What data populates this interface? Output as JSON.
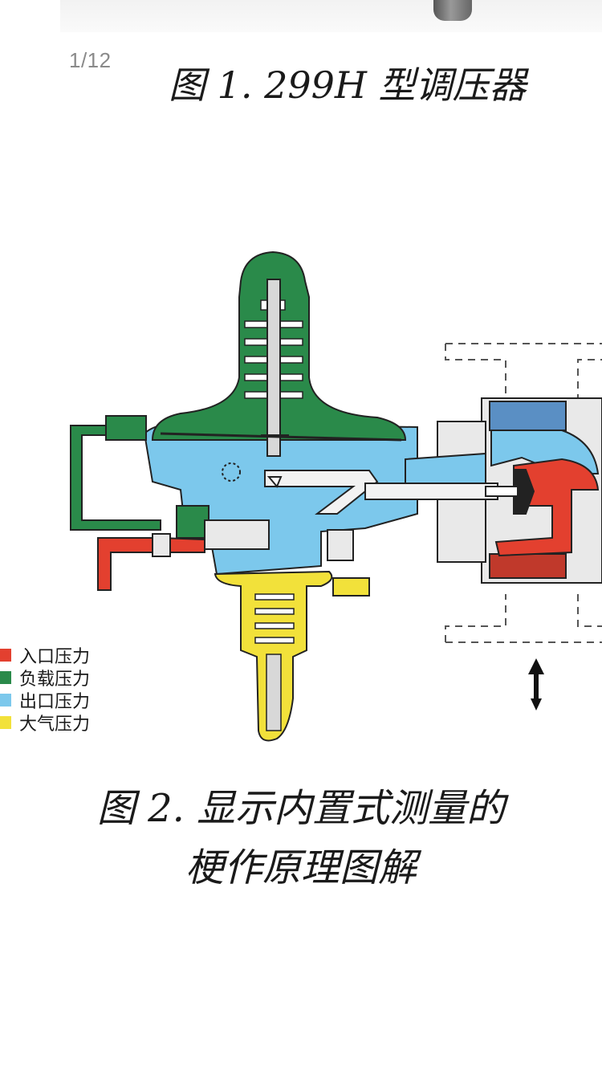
{
  "page_indicator": "1/12",
  "figure1": {
    "title": "图 1. 299H 型调压器"
  },
  "figure2": {
    "caption_line1": "图 2. 显示内置式测量的",
    "caption_line2": "梗作原理图解"
  },
  "legend": [
    {
      "label": "入口压力",
      "color": "#e3402f"
    },
    {
      "label": "负载压力",
      "color": "#2a8a4a"
    },
    {
      "label": "出口压力",
      "color": "#7cc8ec"
    },
    {
      "label": "大气压力",
      "color": "#f2e13a"
    }
  ],
  "colors": {
    "metal": "#e9e9e9",
    "outline": "#222222",
    "spring": "#ffffff",
    "flow_arrow": "#111111"
  },
  "icons": {
    "flow_direction": "up-arrow-icon"
  }
}
